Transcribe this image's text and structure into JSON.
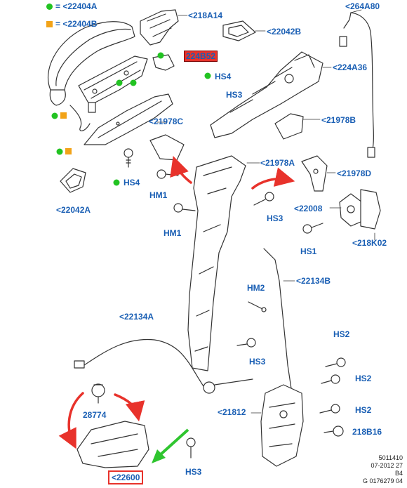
{
  "colors": {
    "label": "#1a5fb4",
    "green_marker": "#22c322",
    "orange_marker": "#f2a318",
    "red_arrow": "#e8322b",
    "green_arrow": "#2fc52f",
    "line_art": "#333333"
  },
  "legend": [
    {
      "marker": "green-dot",
      "text": "= <22404A"
    },
    {
      "marker": "orange-square",
      "text": "= <22404B"
    }
  ],
  "labels": {
    "l_218A14": "<218A14",
    "l_264A80": "<264A80",
    "l_22042B": "<22042B",
    "l_224B52": "224B52",
    "l_224A36": "<224A36",
    "l_HS4_top": "HS4",
    "l_HS3_top": "HS3",
    "l_21978C": "<21978C",
    "l_21978B": "<21978B",
    "l_21978A": "<21978A",
    "l_21978D": "<21978D",
    "l_HS4_left": "HS4",
    "l_HM1_a": "HM1",
    "l_HM1_b": "HM1",
    "l_22042A": "<22042A",
    "l_22008": "<22008",
    "l_HS3_mid": "HS3",
    "l_HS1": "HS1",
    "l_218K02": "<218K02",
    "l_22134B": "<22134B",
    "l_HM2": "HM2",
    "l_22134A": "<22134A",
    "l_HS3_low": "HS3",
    "l_HS2_a": "HS2",
    "l_HS2_b": "HS2",
    "l_HS2_c": "HS2",
    "l_21812": "<21812",
    "l_28774": "28774",
    "l_218B16": "218B16",
    "l_22600": "<22600",
    "l_HS3_bot": "HS3"
  },
  "meta": {
    "line1": "5011410",
    "line2": "07-2012 27",
    "line3": "B4",
    "line4": "G 0176279 04"
  }
}
